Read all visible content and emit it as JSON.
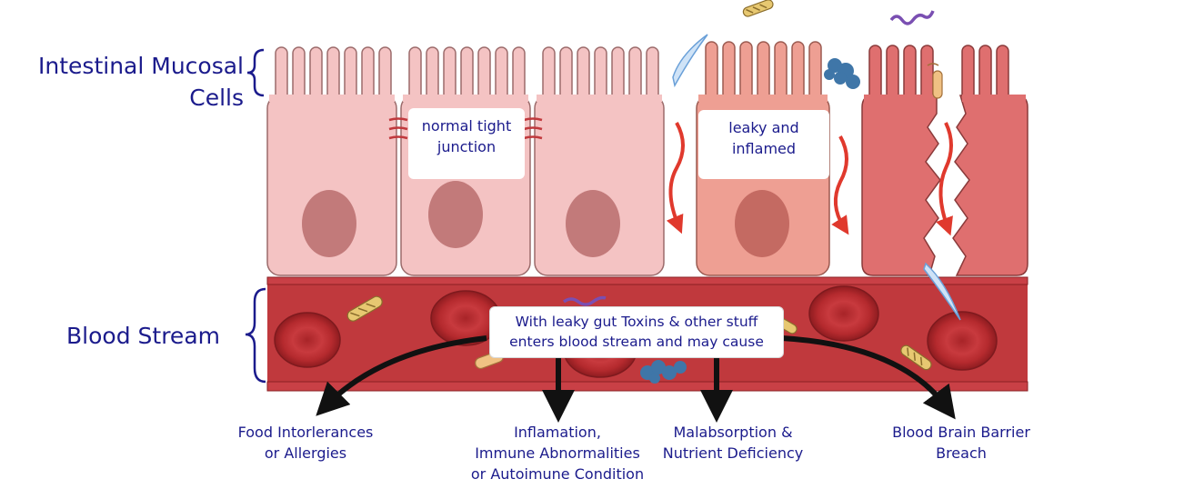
{
  "labels": {
    "mucosal": "Intestinal Mucosal\nCells",
    "blood_stream": "Blood Stream"
  },
  "boxes": {
    "normal": "normal tight\njunction",
    "leaky": "leaky and\ninflamed",
    "stream": "With leaky gut Toxins & other stuff\nenters blood stream and may cause"
  },
  "outcomes": [
    "Food Intorlerances\nor Allergies",
    "Inflamation,\nImmune Abnormalities\nor Autoimune Condition",
    "Malabsorption &\nNutrient Deficiency",
    "Blood Brain Barrier\nBreach"
  ],
  "colors": {
    "text": "#1b1b8c",
    "cell_normal": "#f4c3c3",
    "cell_inflamed": "#ee9f93",
    "cell_leaky": "#df6f6f",
    "blood": "#c0393d",
    "arrow_red": "#e0392d",
    "arrow_black": "#111111"
  }
}
